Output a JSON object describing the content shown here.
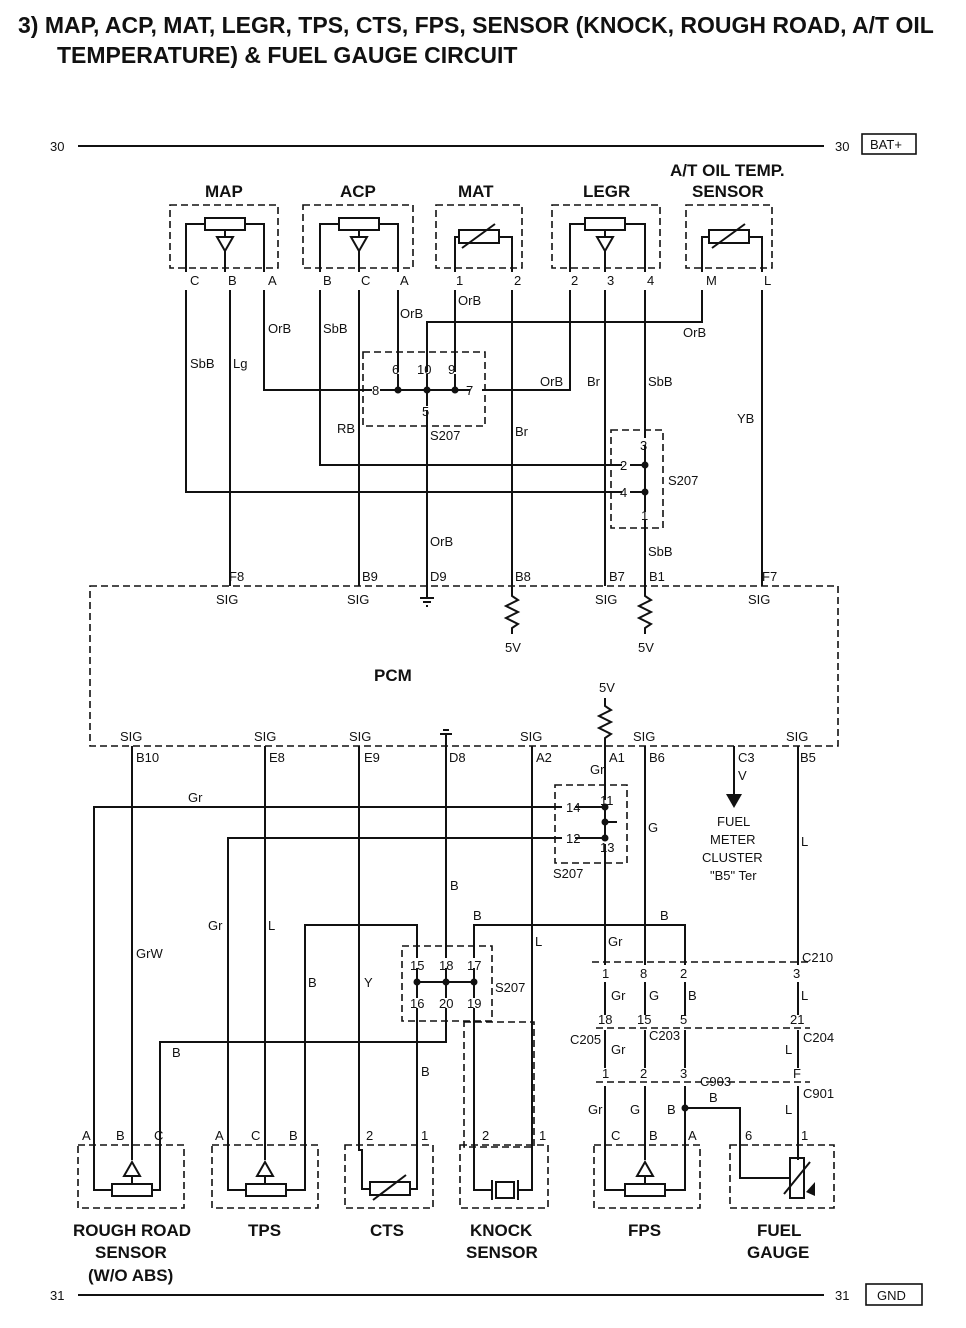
{
  "title_line1": "3)  MAP, ACP, MAT, LEGR, TPS, CTS, FPS, SENSOR (KNOCK, ROUGH ROAD, A/T OIL",
  "title_line2": "TEMPERATURE) & FUEL GAUGE CIRCUIT",
  "rails": {
    "top_left": "30",
    "top_right": "30",
    "top_tag": "BAT+",
    "bottom_left": "31",
    "bottom_right": "31",
    "bottom_tag": "GND"
  },
  "top_sensors": {
    "map": "MAP",
    "acp": "ACP",
    "mat": "MAT",
    "legr": "LEGR",
    "at_oil_1": "A/T OIL TEMP.",
    "at_oil_2": "SENSOR"
  },
  "top_pins": {
    "map_c": "C",
    "map_b": "B",
    "map_a": "A",
    "acp_b": "B",
    "acp_c": "C",
    "acp_a": "A",
    "mat_1": "1",
    "mat_2": "2",
    "legr_2": "2",
    "legr_3": "3",
    "legr_4": "4",
    "oil_m": "M",
    "oil_l": "L"
  },
  "top_wires": {
    "w_orb1": "OrB",
    "w_sbb1": "SbB",
    "w_orb2": "OrB",
    "w_orb3": "OrB",
    "w_orb4": "OrB",
    "w_sbb2": "SbB",
    "w_lg": "Lg",
    "w_orb5": "OrB",
    "w_br1": "Br",
    "w_sbb3": "SbB",
    "w_rb": "RB",
    "w_br2": "Br",
    "w_yb": "YB",
    "w_orb6": "OrB",
    "w_sbb4": "SbB"
  },
  "splice_a": {
    "p6": "6",
    "p10": "10",
    "p9": "9",
    "p8": "8",
    "p7": "7",
    "p5": "5",
    "name": "S207"
  },
  "splice_b": {
    "p3": "3",
    "p2": "2",
    "p4": "4",
    "p1": "1",
    "name": "S207"
  },
  "pcm": {
    "label": "PCM",
    "t_f8": "F8",
    "t_b9": "B9",
    "t_d9": "D9",
    "t_b8": "B8",
    "t_b7": "B7",
    "t_b1": "B1",
    "t_f7": "F7",
    "b_b10": "B10",
    "b_e8": "E8",
    "b_e9": "E9",
    "b_d8": "D8",
    "b_a2": "A2",
    "b_a1": "A1",
    "b_b6": "B6",
    "b_c3": "C3",
    "b_b5": "B5",
    "sig": "SIG",
    "v5": "5V"
  },
  "splice_c": {
    "p14": "14",
    "p11": "11",
    "p12": "12",
    "p13": "13",
    "name": "S207"
  },
  "splice_d": {
    "p15": "15",
    "p18": "18",
    "p17": "17",
    "p16": "16",
    "p20": "20",
    "p19": "19",
    "name": "S207"
  },
  "fuel_meter": {
    "l1": "FUEL",
    "l2": "METER",
    "l3": "CLUSTER",
    "l4": "\"B5\" Ter",
    "wire": "V"
  },
  "bottom_wires": {
    "gr1": "Gr",
    "gr2": "Gr",
    "grw": "GrW",
    "gr3": "Gr",
    "l1": "L",
    "y": "Y",
    "b1": "B",
    "b2": "B",
    "b3": "B",
    "l2": "L",
    "b4": "B",
    "gr4": "Gr",
    "g1": "G",
    "l3": "L",
    "b5": "B",
    "b6": "B"
  },
  "connectors": {
    "c210": "C210",
    "c205": "C205",
    "c203": "C203",
    "c204": "C204",
    "c903": "C903",
    "c901": "C901",
    "r1_1": "1",
    "r1_8": "8",
    "r1_2": "2",
    "r1_3": "3",
    "r2_18": "18",
    "r2_15": "15",
    "r2_5": "5",
    "r2_21": "21",
    "r3_1": "1",
    "r3_2": "2",
    "r3_3": "3",
    "r3_f": "F",
    "w_gr_a": "Gr",
    "w_g_a": "G",
    "w_b_a": "B",
    "w_l_a": "L",
    "w_gr_b": "Gr",
    "w_l_b": "L",
    "w_gr_c": "Gr",
    "w_g_c": "G",
    "w_b_c": "B",
    "w_b_d": "B",
    "w_l_c": "L"
  },
  "bottom_sensors": {
    "rough1": "ROUGH ROAD",
    "rough2": "SENSOR",
    "rough3": "(W/O ABS)",
    "tps": "TPS",
    "cts": "CTS",
    "knock1": "KNOCK",
    "knock2": "SENSOR",
    "fps": "FPS",
    "fuel1": "FUEL",
    "fuel2": "GAUGE"
  },
  "bottom_pins": {
    "rr_a": "A",
    "rr_b": "B",
    "rr_c": "C",
    "tps_a": "A",
    "tps_c": "C",
    "tps_b": "B",
    "cts_2": "2",
    "cts_1": "1",
    "kn_2": "2",
    "kn_1": "1",
    "fps_c": "C",
    "fps_b": "B",
    "fps_a": "A",
    "fg_6": "6",
    "fg_1": "1"
  }
}
